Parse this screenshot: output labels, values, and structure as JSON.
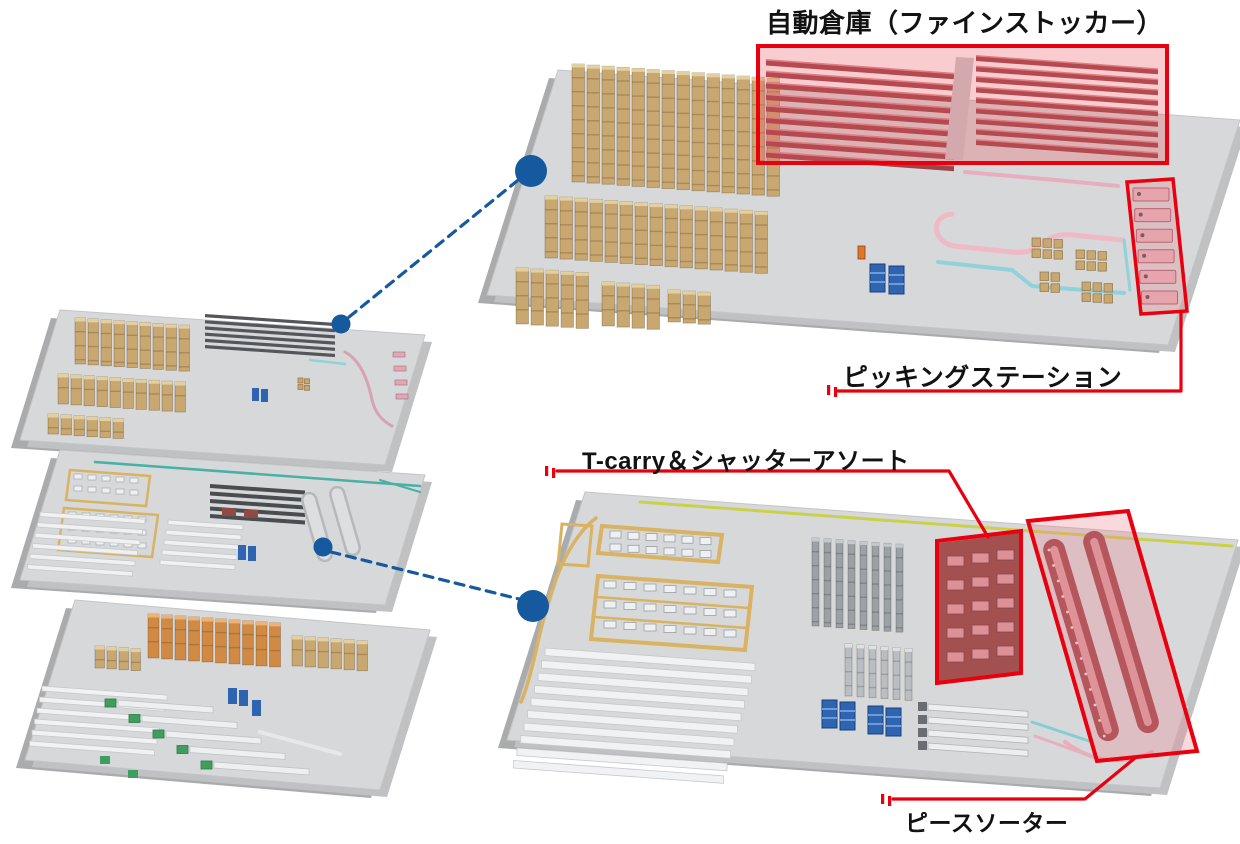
{
  "diagram": {
    "labels": {
      "fine_stocker": "自動倉庫（ファインストッカー）",
      "picking_station": "ピッキングステーション",
      "t_carry_assort": "T-carry＆シャッターアソート",
      "piece_sorter": "ピースソーター"
    },
    "colors": {
      "annotation_red": "#e8000f",
      "connector_blue": "#155a9e"
    }
  }
}
